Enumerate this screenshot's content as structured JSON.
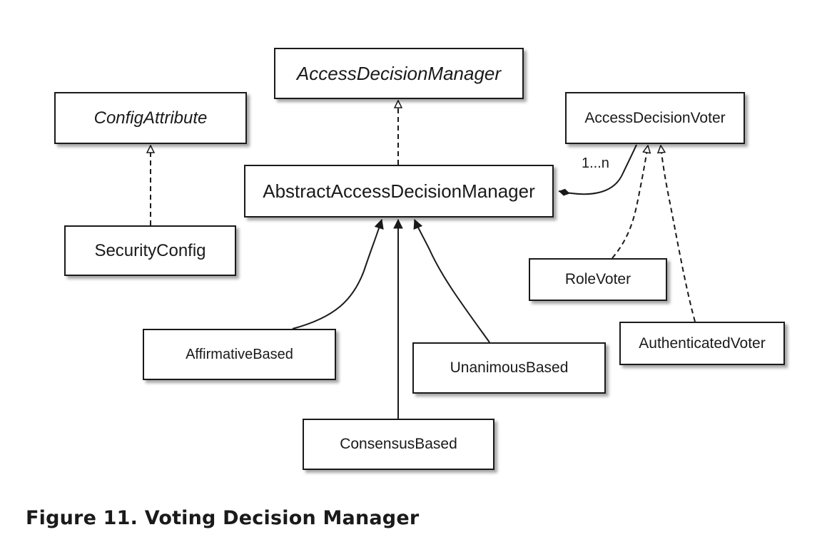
{
  "diagram": {
    "boxes": {
      "access_decision_manager": "AccessDecisionManager",
      "config_attribute": "ConfigAttribute",
      "access_decision_voter": "AccessDecisionVoter",
      "abstract_access_decision_manager": "AbstractAccessDecisionManager",
      "security_config": "SecurityConfig",
      "role_voter": "RoleVoter",
      "authenticated_voter": "AuthenticatedVoter",
      "affirmative_based": "AffirmativeBased",
      "unanimous_based": "UnanimousBased",
      "consensus_based": "ConsensusBased"
    },
    "multiplicity": "1...n"
  },
  "caption": "Figure 11. Voting Decision Manager"
}
